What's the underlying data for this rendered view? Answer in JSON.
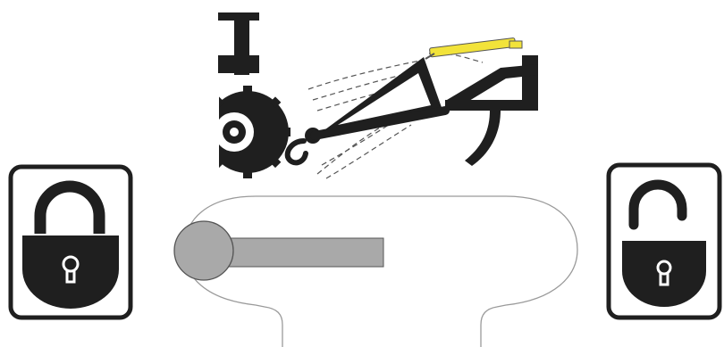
{
  "controls": {
    "lock_icon": "lock-closed",
    "unlock_icon": "lock-open",
    "slider_level": 0,
    "colors": {
      "frame": "#1f1f1f",
      "icon_fill": "#1f1f1f",
      "icon_keyhole": "#ffffff",
      "track_outline": "#9a9a9a",
      "bar_fill": "#a9a9a9",
      "knob_fill": "#a9a9a9",
      "cylinder_yellow": "#f2e33a"
    }
  },
  "illustration": {
    "icon": "tractor-hitch-linkage-icon"
  }
}
